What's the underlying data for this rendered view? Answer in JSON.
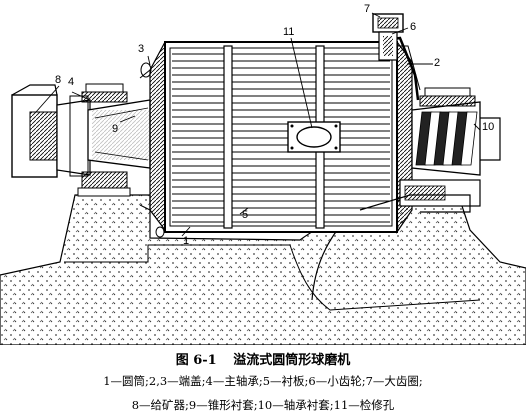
{
  "figure": {
    "part_numbers": [
      "1",
      "2",
      "3",
      "4",
      "5",
      "6",
      "7",
      "8",
      "9",
      "10",
      "11"
    ],
    "caption_number": "图 6-1",
    "caption_title": "溢流式圆筒形球磨机",
    "legend_line1": "1—圆筒;2,3—端盖;4—主轴承;5—衬板;6—小齿轮;7—大齿圈;",
    "legend_line2": "8—给矿器;9—锥形衬套;10—轴承衬套;11—检修孔"
  },
  "colors": {
    "ink": "#000000",
    "paper": "#ffffff",
    "hatch": "#555555"
  }
}
